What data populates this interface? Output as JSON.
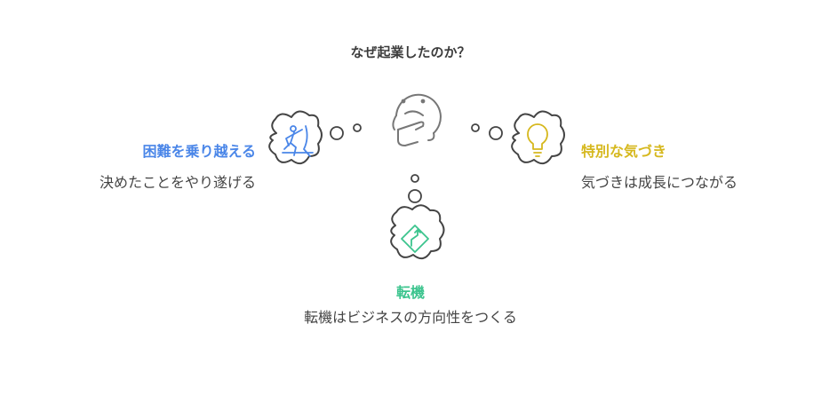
{
  "title": "なぜ起業したのか？",
  "colors": {
    "outline": "#444444",
    "thinker": "#777777",
    "left": "#4a86e8",
    "right": "#d6b81e",
    "bottom": "#3cc48e"
  },
  "thinker": {
    "icon": "thinking-face-icon"
  },
  "left": {
    "icon": "climber-icon",
    "title": "困難を乗り越える",
    "desc": "決めたことをやり遂げる"
  },
  "right": {
    "icon": "lightbulb-icon",
    "title": "特別な気づき",
    "desc": "気づきは成長につながる"
  },
  "bottom": {
    "icon": "direction-sign-icon",
    "title": "転機",
    "desc": "転機はビジネスの方向性をつくる"
  }
}
